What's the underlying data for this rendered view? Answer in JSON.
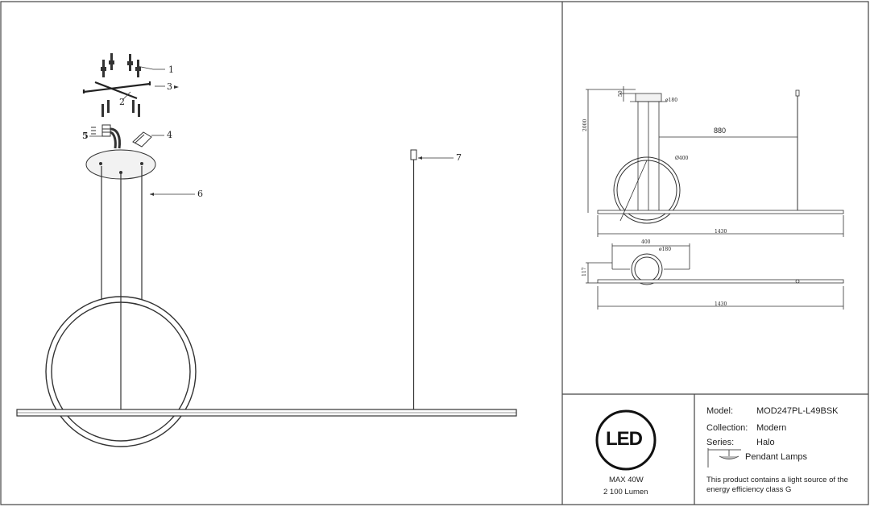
{
  "callouts": [
    "1",
    "2",
    "3",
    "4",
    "5",
    "6",
    "7"
  ],
  "dimensions": {
    "cable_length": "2000",
    "canopy_height": "50",
    "canopy_dia": "ø180",
    "offset": "880",
    "ring_dia": "Ø400",
    "bar_length_front": "1430",
    "ring_width_top": "400",
    "canopy_dia_top": "ø180",
    "depth_top": "117",
    "bar_length_top": "1430"
  },
  "led_badge": {
    "label": "LED",
    "max_power": "MAX 40W",
    "lumen": "2 100 Lumen"
  },
  "info": {
    "model_label": "Model:",
    "model_value": "MOD247PL-L49BSK",
    "collection_label": "Collection:",
    "collection_value": "Modern",
    "series_label": "Series:",
    "series_value": "Halo",
    "type_value": "Pendant Lamps",
    "energy_text": "This product contains a light source of the energy efficiency class G"
  },
  "colors": {
    "line": "#333333",
    "border": "#444444",
    "canopy_fill": "#f2f2f2"
  }
}
